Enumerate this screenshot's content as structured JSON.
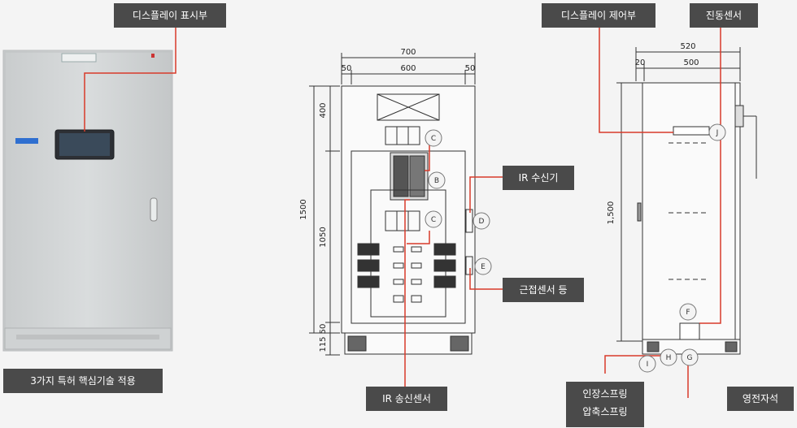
{
  "labels": {
    "display_section": "디스플레이 표시부",
    "core_tech": "3가지 특허 핵심기술 적용",
    "display_control": "디스플레이 제어부",
    "vibration_sensor": "진동센서",
    "ir_receiver": "IR 수신기",
    "proximity_sensor": "근접센서 등",
    "ir_transmitter": "IR 송신센서",
    "spring_tension": "인장스프링",
    "spring_compression": "압축스프링",
    "permanent_magnet": "영전자석"
  },
  "front_dims": {
    "total_width": "700",
    "left_margin": "50",
    "inner_width": "600",
    "right_margin": "50",
    "top": "400",
    "total_height": "1500",
    "inner_height": "1050",
    "bottom_gap": "50",
    "base": "115"
  },
  "side_dims": {
    "total_depth": "520",
    "offset": "20",
    "depth": "500",
    "height": "1,500"
  },
  "markers": {
    "C": "C",
    "B": "B",
    "D": "D",
    "E": "E",
    "F": "F",
    "G": "G",
    "H": "H",
    "I": "I",
    "J": "J"
  },
  "colors": {
    "leader": "#d83a2a",
    "tag_bg": "#4a4a4a"
  }
}
